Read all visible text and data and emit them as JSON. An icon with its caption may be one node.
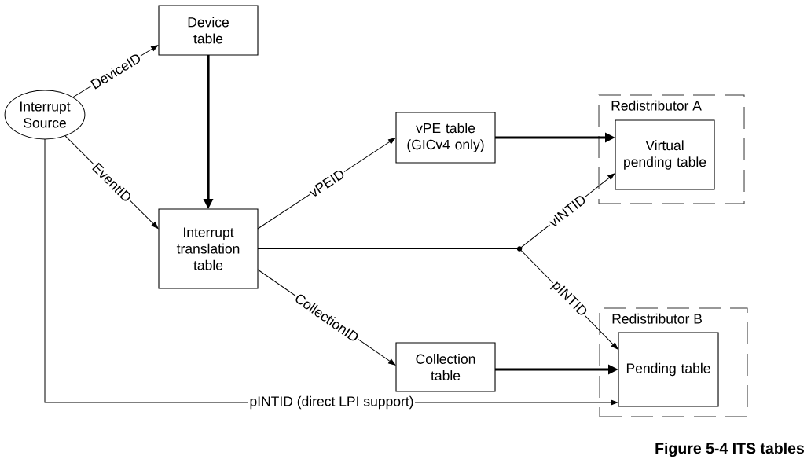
{
  "diagram": {
    "caption": "Figure 5-4 ITS tables",
    "nodes": [
      {
        "text": [
          "Interrupt Source"
        ]
      },
      {
        "text": [
          "Device table"
        ]
      },
      {
        "text": [
          "Interrupt translation table"
        ]
      },
      {
        "text": [
          "vPE table (GICv4 only)"
        ]
      },
      {
        "text": [
          "Redistributor A"
        ]
      },
      {
        "text": [
          "Virtual pending table"
        ],
        "in": 4
      },
      {
        "text": [
          "Redistributor B"
        ]
      },
      {
        "text": [
          "Pending table"
        ],
        "in": 6
      },
      {
        "text": [
          "Collection table"
        ]
      }
    ],
    "edges": [
      {
        "from": 0,
        "to": 1,
        "arrow": "to",
        "label": "DeviceID"
      },
      {
        "from": 0,
        "to": 2,
        "arrow": "to",
        "label": "EventID"
      },
      {
        "from": 1,
        "to": 2,
        "arrow": "to",
        "style": "thick"
      },
      {
        "from": 2,
        "to": 3,
        "arrow": "to",
        "label": "vPEID"
      },
      {
        "from": 3,
        "to": 5,
        "arrow": "to",
        "style": "thick"
      },
      {
        "from": 2,
        "to": 5,
        "arrow": "to",
        "label": "vINTID"
      },
      {
        "from": 2,
        "to": 7,
        "arrow": "to",
        "label": "pINTID"
      },
      {
        "from": 2,
        "to": 8,
        "arrow": "to",
        "label": "CollectionID"
      },
      {
        "from": 8,
        "to": 7,
        "arrow": "to",
        "style": "thick"
      },
      {
        "from": 0,
        "to": 7,
        "arrow": "to",
        "label": "pINTID (direct LPI support)"
      }
    ]
  }
}
